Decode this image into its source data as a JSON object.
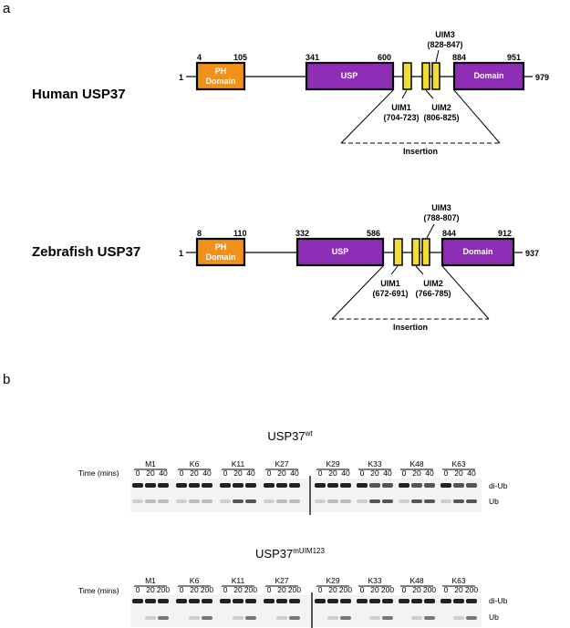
{
  "panel_a": {
    "label": "a",
    "human": {
      "name": "Human USP37",
      "start": "1",
      "end": "979",
      "ph": {
        "label_line1": "PH",
        "label_line2": "Domain",
        "start": "4",
        "end": "105"
      },
      "usp": {
        "label": "USP",
        "start": "341",
        "end": "600"
      },
      "uim1": {
        "name": "UIM1",
        "range": "(704-723)"
      },
      "uim2": {
        "name": "UIM2",
        "range": "(806-825)"
      },
      "uim3": {
        "name": "UIM3",
        "range": "(828-847)"
      },
      "domain": {
        "label": "Domain",
        "start": "884",
        "end": "951"
      },
      "insertion": "Insertion"
    },
    "zebrafish": {
      "name": "Zebrafish USP37",
      "start": "1",
      "end": "937",
      "ph": {
        "label_line1": "PH",
        "label_line2": "Domain",
        "start": "8",
        "end": "110"
      },
      "usp": {
        "label": "USP",
        "start": "332",
        "end": "586"
      },
      "uim1": {
        "name": "UIM1",
        "range": "(672-691)"
      },
      "uim2": {
        "name": "UIM2",
        "range": "(766-785)"
      },
      "uim3": {
        "name": "UIM3",
        "range": "(788-807)"
      },
      "domain": {
        "label": "Domain",
        "start": "844",
        "end": "912"
      },
      "insertion": "Insertion"
    },
    "colors": {
      "ph": "#f39019",
      "usp": "#8e2db5",
      "uim": "#f3dc34",
      "domain": "#8e2db5"
    }
  },
  "panel_b": {
    "label": "b",
    "gel1": {
      "title": "USP37",
      "title_sup": "wt",
      "time_label": "Time (mins)",
      "linkages": [
        "M1",
        "K6",
        "K11",
        "K27",
        "K29",
        "K33",
        "K48",
        "K63"
      ],
      "times": [
        "0",
        "20",
        "40"
      ],
      "band_labels": [
        "di-Ub",
        "Ub"
      ]
    },
    "gel2": {
      "title": "USP37",
      "title_sup": "mUIM123",
      "time_label": "Time (mins)",
      "linkages": [
        "M1",
        "K6",
        "K11",
        "K27",
        "K29",
        "K33",
        "K48",
        "K63"
      ],
      "times": [
        "0",
        "20",
        "200"
      ],
      "band_labels": [
        "di-Ub",
        "Ub"
      ]
    }
  }
}
